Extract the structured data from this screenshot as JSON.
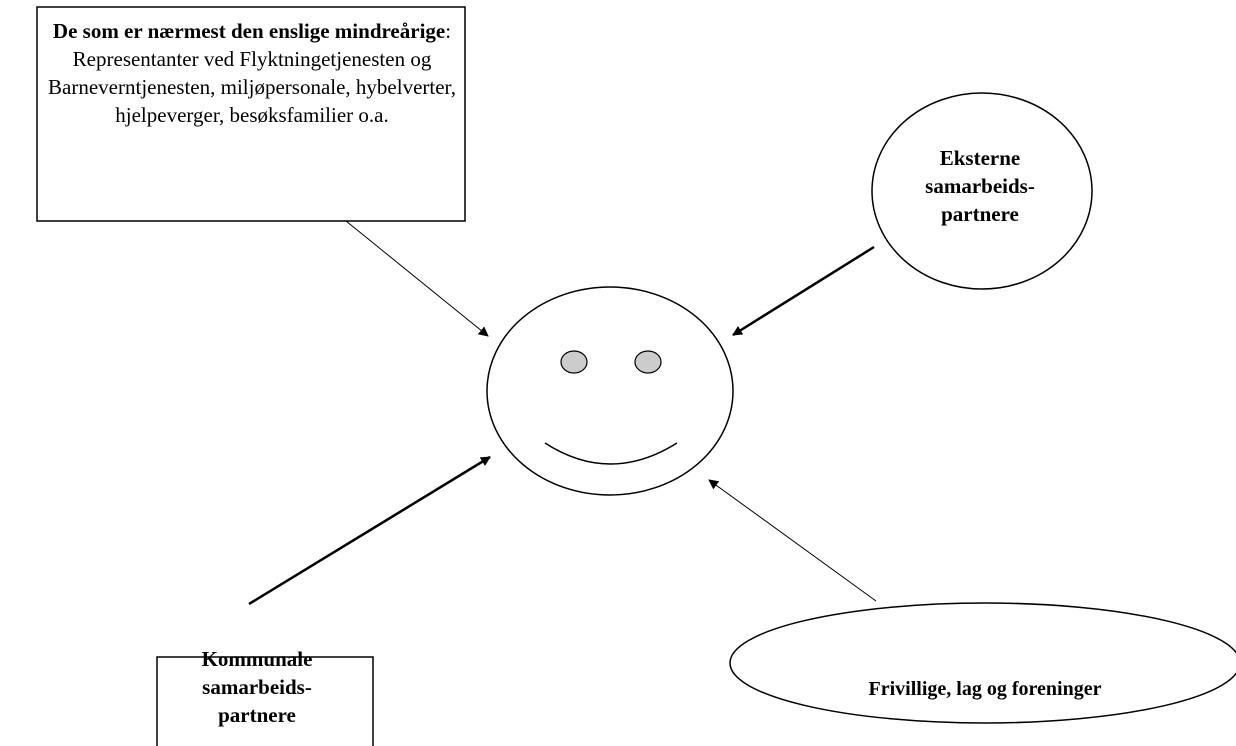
{
  "diagram": {
    "top_box": {
      "bold_lead": "De som er nærmest den enslige mindreårige",
      "text": ": Representanter ved Flyktningetjenesten og Barneverntjenesten, miljøpersonale, hybelverter, hjelpeverger, besøksfamilier o.a."
    },
    "external": {
      "line1": "Eksterne",
      "line2": "samarbeids-",
      "line3": "partnere"
    },
    "municipal": {
      "line1": "Kommunale",
      "line2": "samarbeids-",
      "line3": "partnere"
    },
    "voluntary": {
      "label": "Frivillige, lag og foreninger"
    }
  }
}
